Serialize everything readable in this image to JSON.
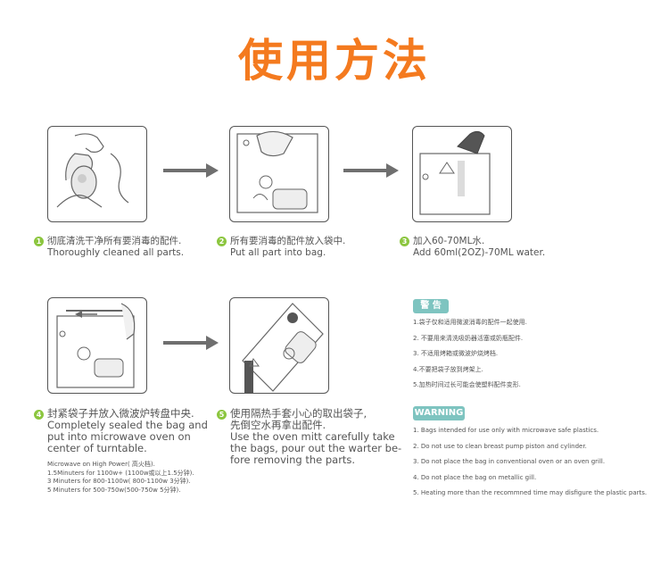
{
  "title": "使用方法",
  "steps": [
    {
      "num": "1",
      "zh": "彻底清洗干净所有要消毒的配件.",
      "en": "Thoroughly cleaned all parts."
    },
    {
      "num": "2",
      "zh": "所有要消毒的配件放入袋中.",
      "en": "Put all part into bag."
    },
    {
      "num": "3",
      "zh": "加入60-70ML水.",
      "en": "Add 60ml(2OZ)-70ML water."
    },
    {
      "num": "4",
      "zh": "封紧袋子并放入微波炉转盘中央.",
      "en_lines": [
        "Completely sealed the bag and",
        "put into microwave oven on",
        "center of turntable."
      ],
      "notes": [
        "Microwave on High Power( 高火档).",
        "1.5Minuters for  1100w+ (1100w或以上1.5分钟).",
        "3 Minuters for 800-1100w( 800-1100w 3分钟).",
        "5 Minuters for 500-750w(500-750w 5分钟)."
      ]
    },
    {
      "num": "5",
      "zh_lines": [
        "使用隔热手套小心的取出袋子,",
        "先倒空水再拿出配件."
      ],
      "en_lines": [
        "Use the oven mitt carefully take",
        "the bags, pour out the warter be-",
        "fore removing the parts."
      ]
    }
  ],
  "warning_cn": {
    "label": "警 告",
    "items": [
      "1.袋子仅和适用微波消毒的配件一起使用.",
      "2. 不要用来清洗吸奶器活塞或奶瓶配件.",
      "3. 不适用烤箱或微波炉烧烤档.",
      "4.不要把袋子放到烤架上.",
      "5.加热时间过长可能会使塑料配件变形."
    ]
  },
  "warning_en": {
    "label": "WARNING",
    "items": [
      "1. Bags intended for use only with microwave safe plastics.",
      "2. Do not use to clean breast pump piston and cylinder.",
      "3. Do not place the bag in conventional oven or an oven grill.",
      "4. Do not place the bag on metallic gill.",
      "5. Heating more than the recommned time may disfigure the plastic parts."
    ]
  },
  "colors": {
    "title": "#f47a1f",
    "step_number": "#8cc63f",
    "badge": "#7ec4c0",
    "arrow": "#6f6f6f"
  }
}
